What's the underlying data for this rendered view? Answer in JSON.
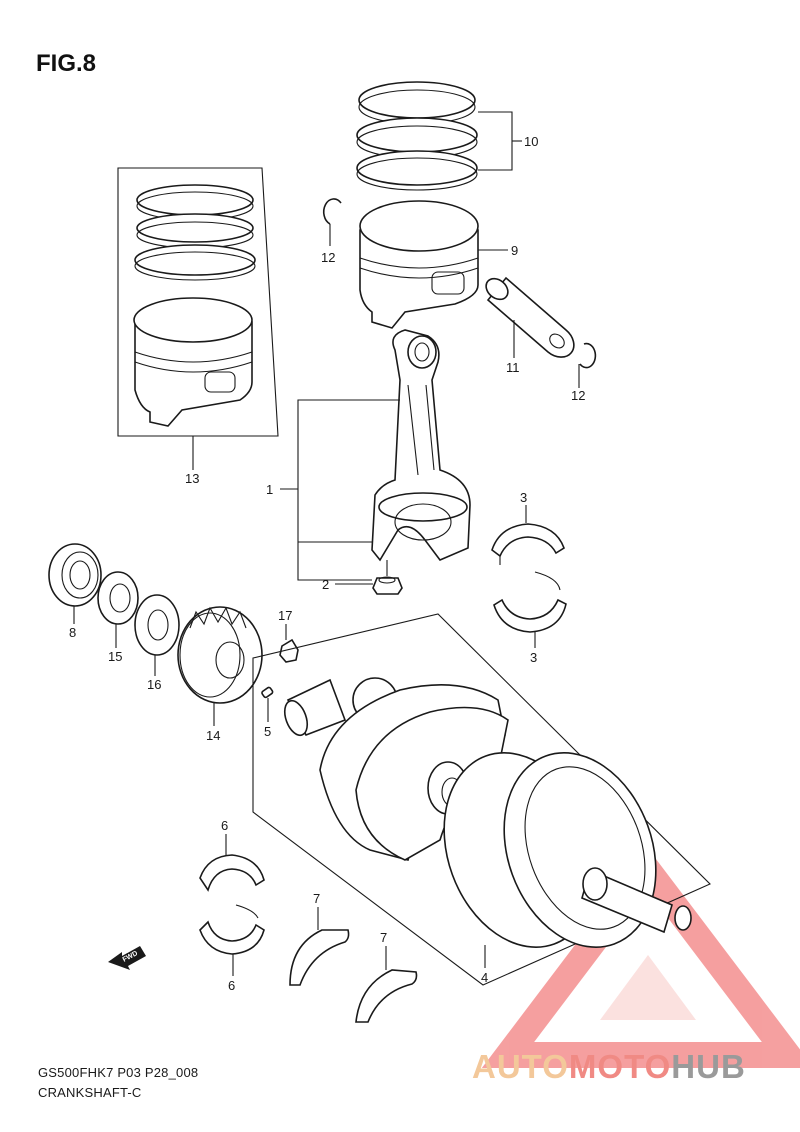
{
  "figure_title": "FIG.8",
  "labels": {
    "l1": "1",
    "l2": "2",
    "l3a": "3",
    "l3b": "3",
    "l4": "4",
    "l5": "5",
    "l6a": "6",
    "l6b": "6",
    "l7a": "7",
    "l7b": "7",
    "l8": "8",
    "l9": "9",
    "l10": "10",
    "l11": "11",
    "l12a": "12",
    "l12b": "12",
    "l13": "13",
    "l14": "14",
    "l15": "15",
    "l16": "16",
    "l17": "17"
  },
  "fwd_label": "FWD",
  "footer": {
    "code": "GS500FHK7 P03 P28_008",
    "name": "CRANKSHAFT-C"
  },
  "brand": {
    "part1": "AUTO",
    "part2": "MOTO",
    "part3": "HUB"
  },
  "colors": {
    "line": "#1a1a1a",
    "brand_auto": "#f3c89a",
    "brand_moto": "#f08a84",
    "brand_hub": "#9a9a9a",
    "watermark": "#f06d6d"
  }
}
